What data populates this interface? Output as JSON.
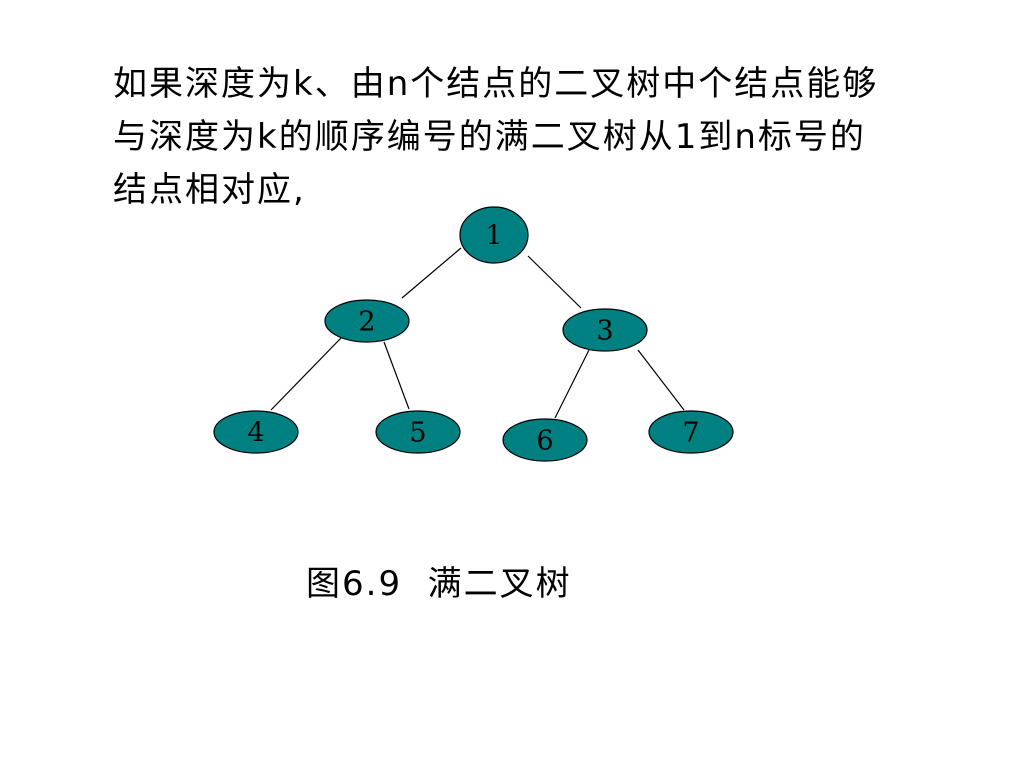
{
  "paragraph": {
    "lines": [
      "如果深度为k、由n个结点的二叉树中个结点能够",
      "与深度为k的顺序编号的满二叉树从1到n标号的",
      "结点相对应,"
    ]
  },
  "tree": {
    "node_fill": "#008080",
    "node_stroke": "#000000",
    "nodes": [
      {
        "id": "1",
        "label": "1"
      },
      {
        "id": "2",
        "label": "2"
      },
      {
        "id": "3",
        "label": "3"
      },
      {
        "id": "4",
        "label": "4"
      },
      {
        "id": "5",
        "label": "5"
      },
      {
        "id": "6",
        "label": "6"
      },
      {
        "id": "7",
        "label": "7"
      }
    ],
    "edges": [
      {
        "from": "1",
        "to": "2"
      },
      {
        "from": "1",
        "to": "3"
      },
      {
        "from": "2",
        "to": "4"
      },
      {
        "from": "2",
        "to": "5"
      },
      {
        "from": "3",
        "to": "6"
      },
      {
        "from": "3",
        "to": "7"
      }
    ]
  },
  "caption": "图6.9  满二叉树"
}
